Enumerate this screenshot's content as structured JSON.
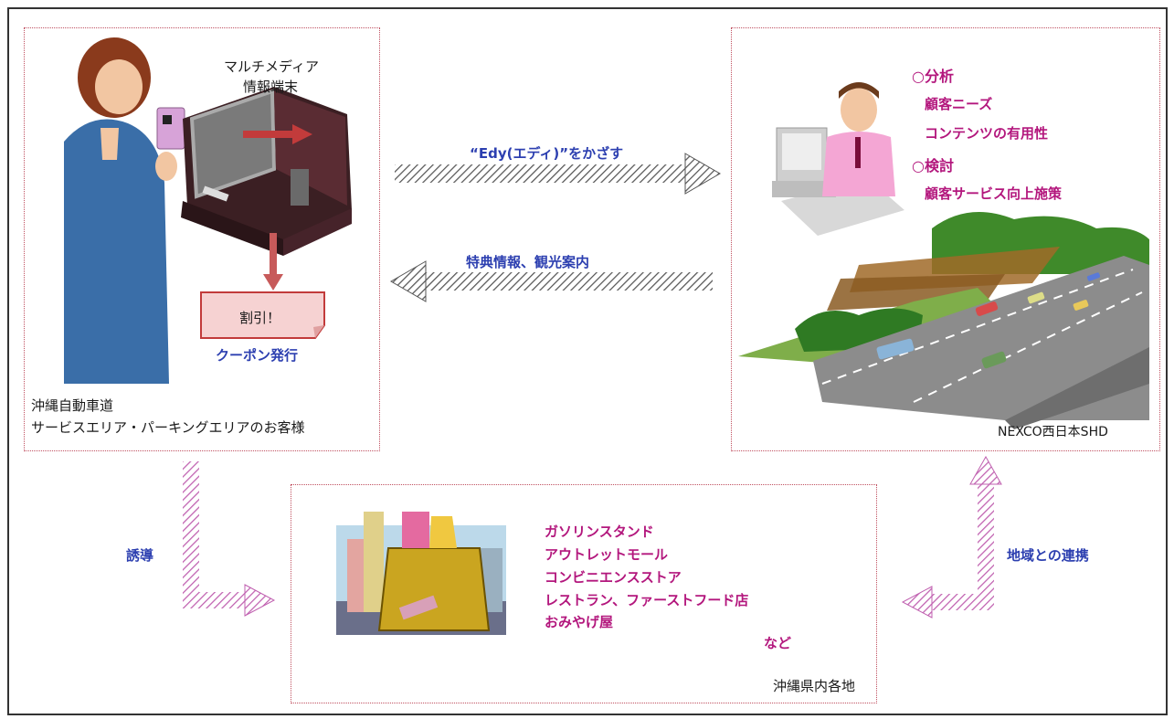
{
  "header_snippet": "",
  "left_panel": {
    "terminal_label_line1": "マルチメディア",
    "terminal_label_line2": "情報端末",
    "coupon_card": "割引！",
    "coupon_caption": "クーポン発行",
    "customer_line1": "沖縄自動車道",
    "customer_line2": "サービスエリア・パーキングエリアのお客様"
  },
  "arrows": {
    "to_right": "“Edy(エディ)”をかざす",
    "to_left": "特典情報、観光案内",
    "guide": "誘導",
    "cooperation": "地域との連携"
  },
  "right_panel": {
    "analysis_title": "○分析",
    "analysis_items": [
      "顧客ニーズ",
      "コンテンツの有用性"
    ],
    "review_title": "○検討",
    "review_items": [
      "顧客サービス向上施策"
    ],
    "org_name": "NEXCO西日本SHD"
  },
  "bottom_panel": {
    "shops": [
      "ガソリンスタンド",
      "アウトレットモール",
      "コンビニエンスストア",
      "レストラン、ファーストフード店",
      "おみやげ屋"
    ],
    "etc": "など",
    "region": "沖縄県内各地"
  },
  "colors": {
    "border_dotted": "#c05060",
    "blue_text": "#2c3fb0",
    "magenta_text": "#b3177d",
    "arrow_gray": "#555555",
    "arrow_pink": "#c060b0"
  }
}
